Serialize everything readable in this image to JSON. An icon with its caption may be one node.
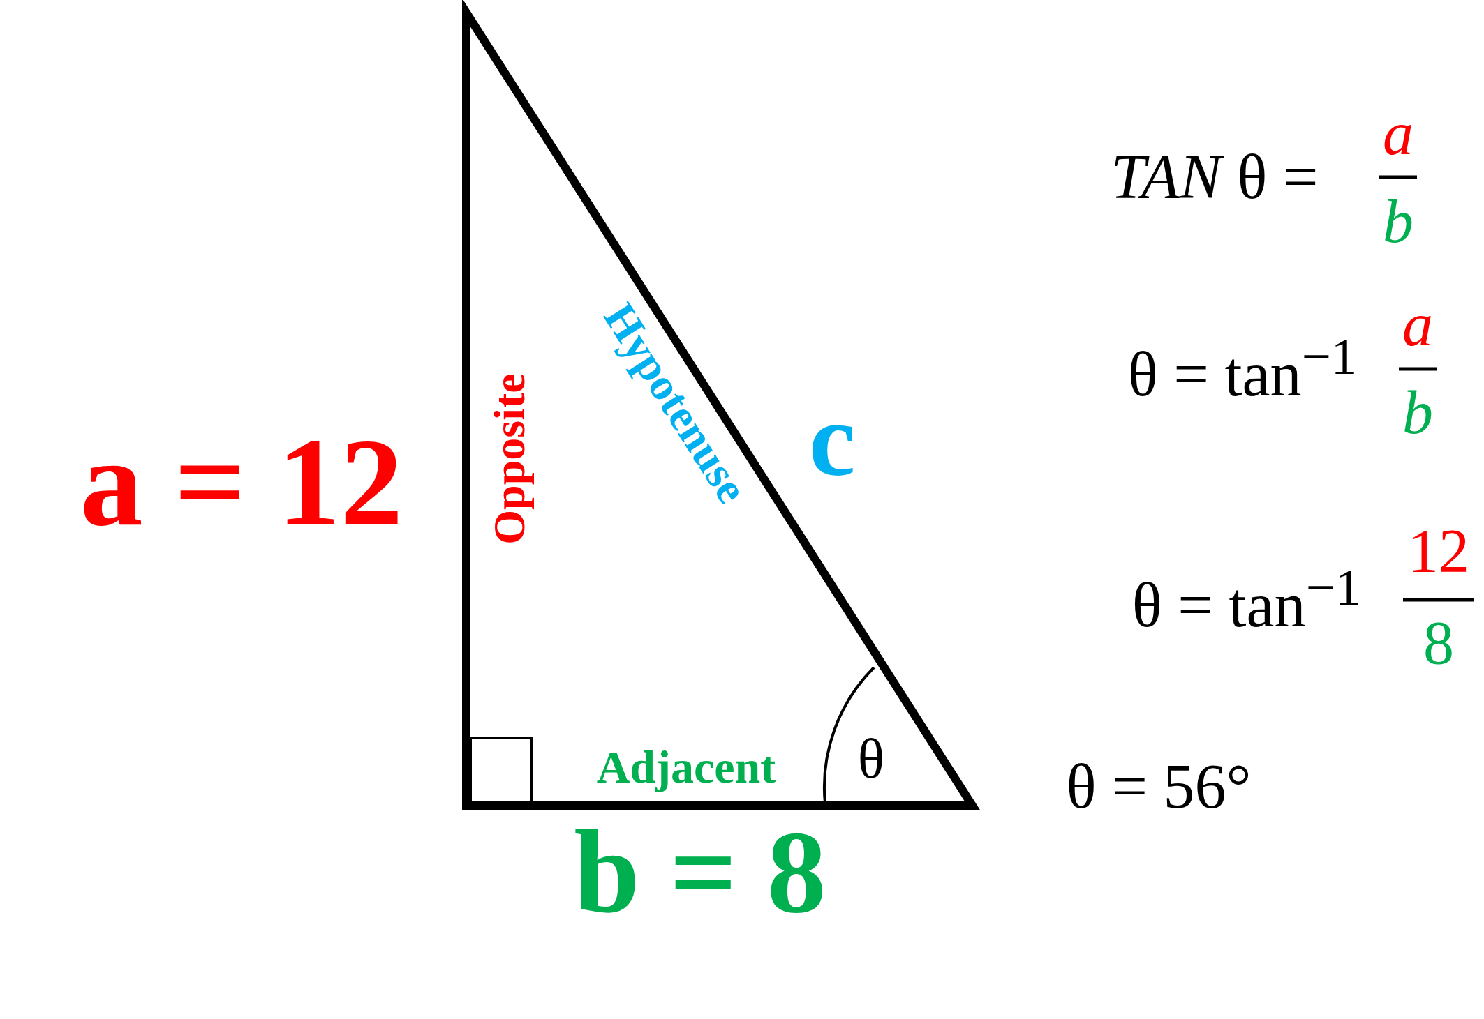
{
  "diagram": {
    "labels": [
      "a = 12",
      "Opposite",
      "Hypotenuse",
      "c",
      "Adjacent",
      "θ",
      "b = 8",
      "*TAN* θ =",
      "a",
      "b",
      "θ = tan$^{−1}$",
      "a",
      "b",
      "θ = tan$^{−1}$",
      "12",
      "8",
      "θ = 56°"
    ]
  }
}
